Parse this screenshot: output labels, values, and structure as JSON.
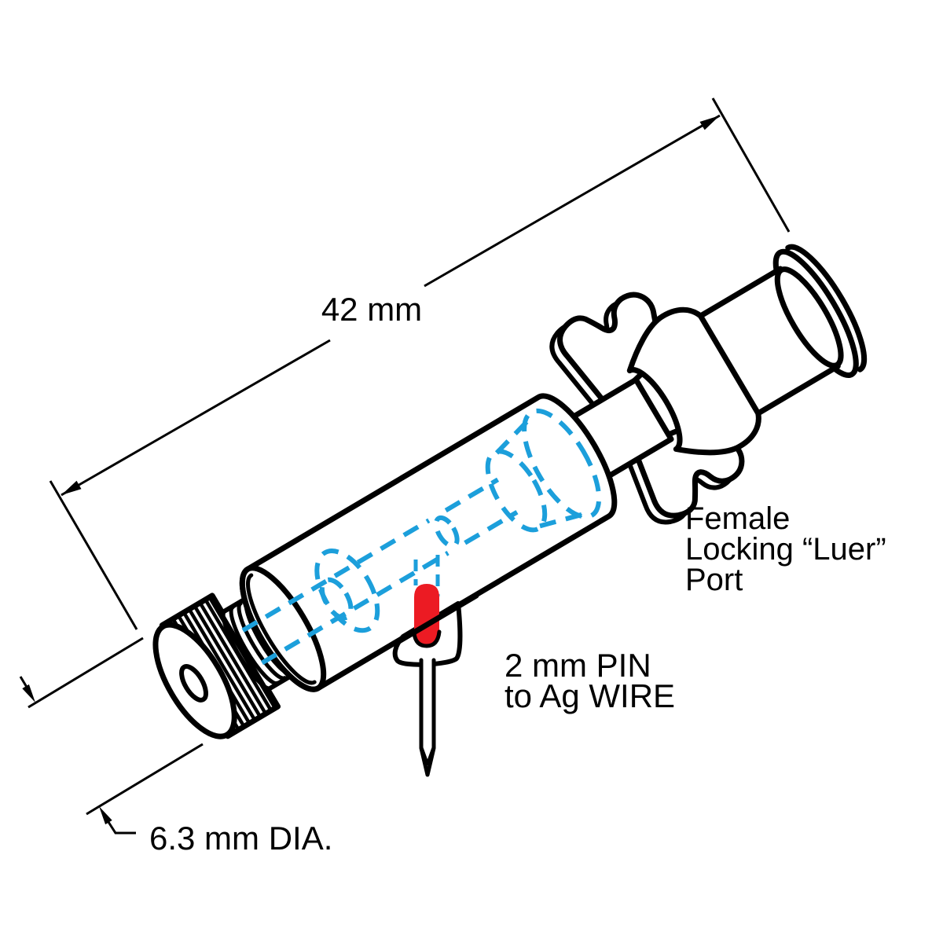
{
  "figure": {
    "type": "technical-line-drawing",
    "subject": "microelectrode holder with female luer port and silver-wire pin",
    "background": "#ffffff",
    "colors": {
      "outline": "#000000",
      "hidden_line": "#1C9FDB",
      "highlight": "#EC1B23"
    },
    "dimensions": {
      "length_label": "42 mm",
      "diameter_label": "6.3 mm DIA."
    },
    "labels": {
      "port_line1": "Female",
      "port_line2": "Locking “Luer”",
      "port_line3": "Port",
      "pin_line1": "2 mm PIN",
      "pin_line2": "to Ag WIRE"
    },
    "part_names": [
      "knurled-cap",
      "barrel",
      "wing-lock-plate",
      "female-luer-port",
      "electrode-pin"
    ]
  }
}
